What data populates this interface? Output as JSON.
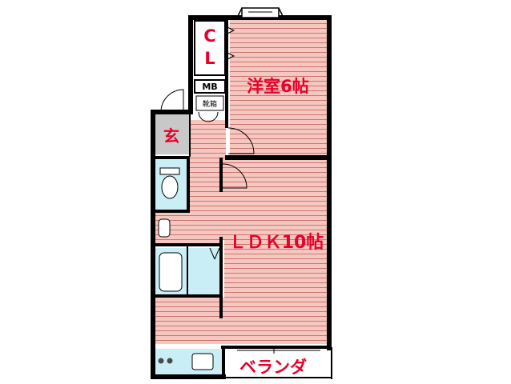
{
  "rooms": {
    "closet": "CL",
    "meter_box": "MB",
    "shoe_box": "靴箱",
    "western_room": "洋室6帖",
    "entrance": "玄",
    "ldk": "ＬＤＫ10帖",
    "balcony": "ベランダ"
  },
  "colors": {
    "floor": "#f6c7c0",
    "floor_lines": "#c9766c",
    "wall": "#000000",
    "wet_area": "#c9eef6",
    "entrance_floor": "#c8c8c8",
    "label_red": "#e8002a"
  }
}
